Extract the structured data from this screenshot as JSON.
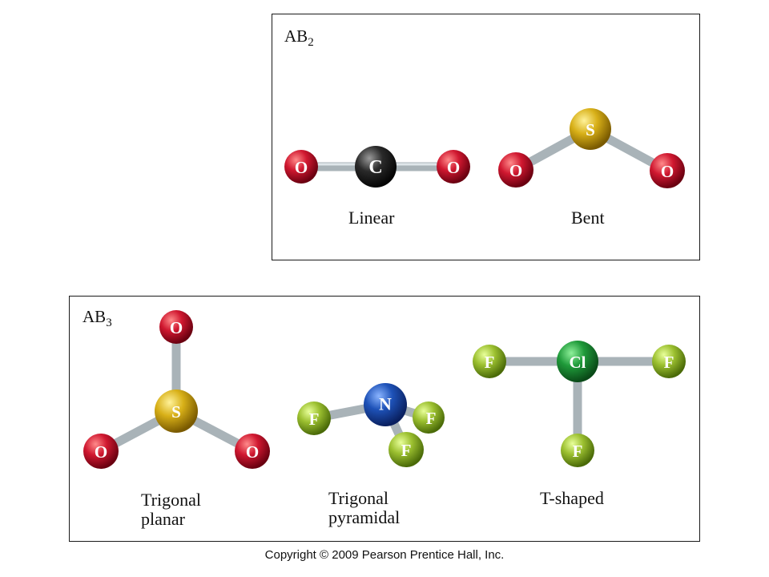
{
  "panels": {
    "ab2": {
      "label_main": "AB",
      "label_sub": "2",
      "molecules": {
        "linear": {
          "caption": "Linear",
          "center": "C",
          "left": "O",
          "right": "O"
        },
        "bent": {
          "caption": "Bent",
          "center": "S",
          "left": "O",
          "right": "O"
        }
      }
    },
    "ab3": {
      "label_main": "AB",
      "label_sub": "3",
      "molecules": {
        "trigonal_planar": {
          "caption_line1": "Trigonal",
          "caption_line2": "planar",
          "center": "S",
          "top": "O",
          "left": "O",
          "right": "O"
        },
        "trigonal_pyramidal": {
          "caption_line1": "Trigonal",
          "caption_line2": "pyramidal",
          "center": "N",
          "left": "F",
          "right": "F",
          "bottom": "F"
        },
        "t_shaped": {
          "caption": "T-shaped",
          "center": "Cl",
          "left": "F",
          "right": "F",
          "bottom": "F"
        }
      }
    }
  },
  "colors": {
    "oxygen": "#d01830",
    "carbon": "#2a2a2a",
    "sulfur": "#d8b018",
    "nitrogen": "#1e52b8",
    "fluorine": "#9cc030",
    "chlorine": "#1f9a3a",
    "bond": "#a9b3b8"
  },
  "copyright": "Copyright © 2009 Pearson Prentice Hall, Inc."
}
